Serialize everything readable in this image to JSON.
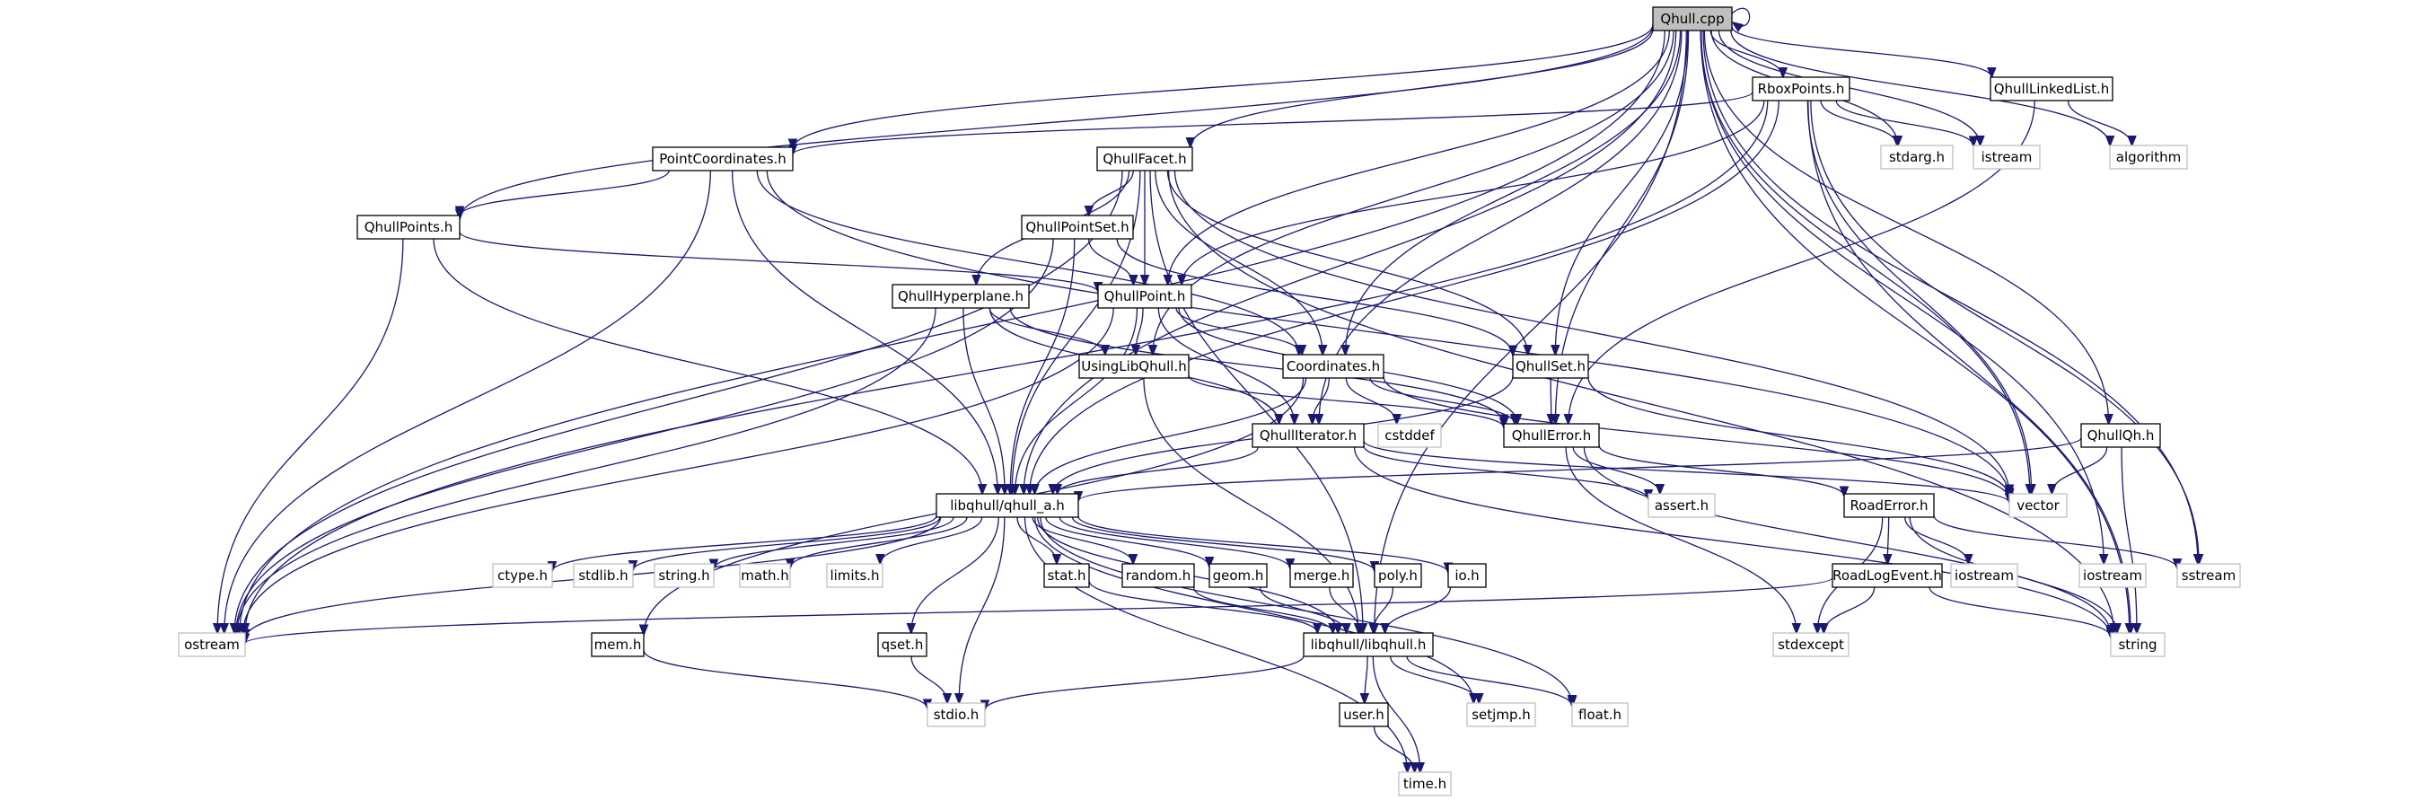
{
  "colors": {
    "edge": "#191970",
    "root_fill": "#bfbfbf",
    "node_border": "#000000",
    "ext_border": "#bfbfbf",
    "background": "#ffffff"
  },
  "nodes": [
    {
      "id": "qhull_cpp",
      "label": "Qhull.cpp",
      "kind": "root"
    },
    {
      "id": "rboxpoints_h",
      "label": "RboxPoints.h",
      "kind": "doc"
    },
    {
      "id": "qhulllinkedlist_h",
      "label": "QhullLinkedList.h",
      "kind": "doc"
    },
    {
      "id": "algorithm",
      "label": "algorithm",
      "kind": "ext"
    },
    {
      "id": "stdarg_h",
      "label": "stdarg.h",
      "kind": "ext"
    },
    {
      "id": "istream",
      "label": "istream",
      "kind": "ext"
    },
    {
      "id": "pointcoordinates_h",
      "label": "PointCoordinates.h",
      "kind": "doc"
    },
    {
      "id": "qhullfacet_h",
      "label": "QhullFacet.h",
      "kind": "doc"
    },
    {
      "id": "qhullpoints_h",
      "label": "QhullPoints.h",
      "kind": "doc"
    },
    {
      "id": "qhullpointset_h",
      "label": "QhullPointSet.h",
      "kind": "doc"
    },
    {
      "id": "qhullhyperplane_h",
      "label": "QhullHyperplane.h",
      "kind": "doc"
    },
    {
      "id": "qhullpoint_h",
      "label": "QhullPoint.h",
      "kind": "doc"
    },
    {
      "id": "usinglibqhull_h",
      "label": "UsingLibQhull.h",
      "kind": "doc"
    },
    {
      "id": "coordinates_h",
      "label": "Coordinates.h",
      "kind": "doc"
    },
    {
      "id": "qhullset_h",
      "label": "QhullSet.h",
      "kind": "doc"
    },
    {
      "id": "qhulliterator_h",
      "label": "QhullIterator.h",
      "kind": "doc"
    },
    {
      "id": "cstddef",
      "label": "cstddef",
      "kind": "ext"
    },
    {
      "id": "qhullerror_h",
      "label": "QhullError.h",
      "kind": "doc"
    },
    {
      "id": "qhullqh_h",
      "label": "QhullQh.h",
      "kind": "doc"
    },
    {
      "id": "vector",
      "label": "vector",
      "kind": "ext"
    },
    {
      "id": "assert_h",
      "label": "assert.h",
      "kind": "ext"
    },
    {
      "id": "libqhull_qhull_a_h",
      "label": "libqhull/qhull_a.h",
      "kind": "doc"
    },
    {
      "id": "roaderror_h",
      "label": "RoadError.h",
      "kind": "doc"
    },
    {
      "id": "iostream_road",
      "label": "iostream",
      "kind": "ext"
    },
    {
      "id": "sstream",
      "label": "sstream",
      "kind": "ext"
    },
    {
      "id": "iostream_right",
      "label": "iostream",
      "kind": "ext"
    },
    {
      "id": "ctype_h",
      "label": "ctype.h",
      "kind": "ext"
    },
    {
      "id": "stdlib_h",
      "label": "stdlib.h",
      "kind": "ext"
    },
    {
      "id": "string_h",
      "label": "string.h",
      "kind": "ext"
    },
    {
      "id": "math_h",
      "label": "math.h",
      "kind": "ext"
    },
    {
      "id": "limits_h",
      "label": "limits.h",
      "kind": "ext"
    },
    {
      "id": "stat_h",
      "label": "stat.h",
      "kind": "doc"
    },
    {
      "id": "random_h",
      "label": "random.h",
      "kind": "doc"
    },
    {
      "id": "geom_h",
      "label": "geom.h",
      "kind": "doc"
    },
    {
      "id": "merge_h",
      "label": "merge.h",
      "kind": "doc"
    },
    {
      "id": "poly_h",
      "label": "poly.h",
      "kind": "doc"
    },
    {
      "id": "io_h",
      "label": "io.h",
      "kind": "doc"
    },
    {
      "id": "roadlogevent_h",
      "label": "RoadLogEvent.h",
      "kind": "doc"
    },
    {
      "id": "ostream",
      "label": "ostream",
      "kind": "ext"
    },
    {
      "id": "mem_h",
      "label": "mem.h",
      "kind": "doc"
    },
    {
      "id": "qset_h",
      "label": "qset.h",
      "kind": "doc"
    },
    {
      "id": "libqhull_libqhull_h",
      "label": "libqhull/libqhull.h",
      "kind": "doc"
    },
    {
      "id": "stdexcept",
      "label": "stdexcept",
      "kind": "ext"
    },
    {
      "id": "string",
      "label": "string",
      "kind": "ext"
    },
    {
      "id": "stdio_h",
      "label": "stdio.h",
      "kind": "ext"
    },
    {
      "id": "user_h",
      "label": "user.h",
      "kind": "doc"
    },
    {
      "id": "setjmp_h",
      "label": "setjmp.h",
      "kind": "ext"
    },
    {
      "id": "float_h",
      "label": "float.h",
      "kind": "ext"
    },
    {
      "id": "time_h",
      "label": "time.h",
      "kind": "ext"
    }
  ],
  "edges": [
    [
      "qhull_cpp",
      "qhull_cpp"
    ],
    [
      "qhull_cpp",
      "rboxpoints_h"
    ],
    [
      "qhull_cpp",
      "qhulllinkedlist_h"
    ],
    [
      "qhull_cpp",
      "algorithm"
    ],
    [
      "qhull_cpp",
      "stdarg_h"
    ],
    [
      "qhull_cpp",
      "istream"
    ],
    [
      "qhull_cpp",
      "pointcoordinates_h"
    ],
    [
      "qhull_cpp",
      "qhullfacet_h"
    ],
    [
      "qhull_cpp",
      "qhullpoints_h"
    ],
    [
      "qhull_cpp",
      "qhullpoint_h"
    ],
    [
      "qhull_cpp",
      "usinglibqhull_h"
    ],
    [
      "qhull_cpp",
      "coordinates_h"
    ],
    [
      "qhull_cpp",
      "qhullset_h"
    ],
    [
      "qhull_cpp",
      "qhulliterator_h"
    ],
    [
      "qhull_cpp",
      "qhullerror_h"
    ],
    [
      "qhull_cpp",
      "qhullqh_h"
    ],
    [
      "qhull_cpp",
      "vector"
    ],
    [
      "qhull_cpp",
      "iostream_right"
    ],
    [
      "qhull_cpp",
      "sstream"
    ],
    [
      "qhull_cpp",
      "string"
    ],
    [
      "qhull_cpp",
      "ostream"
    ],
    [
      "qhull_cpp",
      "libqhull_qhull_a_h"
    ],
    [
      "qhull_cpp",
      "libqhull_libqhull_h"
    ],
    [
      "rboxpoints_h",
      "pointcoordinates_h"
    ],
    [
      "rboxpoints_h",
      "qhullpoint_h"
    ],
    [
      "rboxpoints_h",
      "stdarg_h"
    ],
    [
      "rboxpoints_h",
      "istream"
    ],
    [
      "rboxpoints_h",
      "vector"
    ],
    [
      "rboxpoints_h",
      "sstream"
    ],
    [
      "rboxpoints_h",
      "string"
    ],
    [
      "rboxpoints_h",
      "ostream"
    ],
    [
      "rboxpoints_h",
      "libqhull_qhull_a_h"
    ],
    [
      "qhulllinkedlist_h",
      "algorithm"
    ],
    [
      "qhulllinkedlist_h",
      "qhullerror_h"
    ],
    [
      "pointcoordinates_h",
      "qhullpoints_h"
    ],
    [
      "pointcoordinates_h",
      "coordinates_h"
    ],
    [
      "pointcoordinates_h",
      "libqhull_qhull_a_h"
    ],
    [
      "pointcoordinates_h",
      "ostream"
    ],
    [
      "pointcoordinates_h",
      "vector"
    ],
    [
      "qhullpoints_h",
      "qhullpoint_h"
    ],
    [
      "qhullpoints_h",
      "libqhull_qhull_a_h"
    ],
    [
      "qhullpoints_h",
      "ostream"
    ],
    [
      "qhullfacet_h",
      "qhullpointset_h"
    ],
    [
      "qhullfacet_h",
      "qhullhyperplane_h"
    ],
    [
      "qhullfacet_h",
      "qhullpoint_h"
    ],
    [
      "qhullfacet_h",
      "coordinates_h"
    ],
    [
      "qhullfacet_h",
      "qhullset_h"
    ],
    [
      "qhullfacet_h",
      "libqhull_qhull_a_h"
    ],
    [
      "qhullfacet_h",
      "vector"
    ],
    [
      "qhullfacet_h",
      "string"
    ],
    [
      "qhullfacet_h",
      "ostream"
    ],
    [
      "qhullfacet_h",
      "libqhull_libqhull_h"
    ],
    [
      "qhullpointset_h",
      "qhullpoint_h"
    ],
    [
      "qhullpointset_h",
      "qhullset_h"
    ],
    [
      "qhullpointset_h",
      "ostream"
    ],
    [
      "qhullpointset_h",
      "libqhull_qhull_a_h"
    ],
    [
      "qhullhyperplane_h",
      "usinglibqhull_h"
    ],
    [
      "qhullhyperplane_h",
      "qhulliterator_h"
    ],
    [
      "qhullhyperplane_h",
      "qhullerror_h"
    ],
    [
      "qhullhyperplane_h",
      "libqhull_qhull_a_h"
    ],
    [
      "qhullhyperplane_h",
      "ostream"
    ],
    [
      "qhullpoint_h",
      "usinglibqhull_h"
    ],
    [
      "qhullpoint_h",
      "coordinates_h"
    ],
    [
      "qhullpoint_h",
      "qhulliterator_h"
    ],
    [
      "qhullpoint_h",
      "qhullerror_h"
    ],
    [
      "qhullpoint_h",
      "libqhull_qhull_a_h"
    ],
    [
      "qhullpoint_h",
      "ostream"
    ],
    [
      "usinglibqhull_h",
      "qhullerror_h"
    ],
    [
      "usinglibqhull_h",
      "libqhull_libqhull_h"
    ],
    [
      "coordinates_h",
      "qhulliterator_h"
    ],
    [
      "coordinates_h",
      "cstddef"
    ],
    [
      "coordinates_h",
      "qhullerror_h"
    ],
    [
      "coordinates_h",
      "libqhull_qhull_a_h"
    ],
    [
      "coordinates_h",
      "vector"
    ],
    [
      "coordinates_h",
      "mem_h"
    ],
    [
      "qhullset_h",
      "qhullerror_h"
    ],
    [
      "qhullset_h",
      "libqhull_qhull_a_h"
    ],
    [
      "qhullset_h",
      "vector"
    ],
    [
      "qhulliterator_h",
      "libqhull_qhull_a_h"
    ],
    [
      "qhulliterator_h",
      "assert_h"
    ],
    [
      "qhulliterator_h",
      "vector"
    ],
    [
      "qhulliterator_h",
      "string"
    ],
    [
      "qhullerror_h",
      "roaderror_h"
    ],
    [
      "qhullerror_h",
      "assert_h"
    ],
    [
      "qhullerror_h",
      "stdexcept"
    ],
    [
      "qhullerror_h",
      "string"
    ],
    [
      "qhullqh_h",
      "libqhull_qhull_a_h"
    ],
    [
      "qhullqh_h",
      "vector"
    ],
    [
      "qhullqh_h",
      "string"
    ],
    [
      "roaderror_h",
      "roadlogevent_h"
    ],
    [
      "roaderror_h",
      "iostream_road"
    ],
    [
      "roaderror_h",
      "sstream"
    ],
    [
      "roaderror_h",
      "stdexcept"
    ],
    [
      "roaderror_h",
      "string"
    ],
    [
      "roadlogevent_h",
      "ostream"
    ],
    [
      "roadlogevent_h",
      "stdexcept"
    ],
    [
      "roadlogevent_h",
      "string"
    ],
    [
      "libqhull_qhull_a_h",
      "ctype_h"
    ],
    [
      "libqhull_qhull_a_h",
      "stdlib_h"
    ],
    [
      "libqhull_qhull_a_h",
      "string_h"
    ],
    [
      "libqhull_qhull_a_h",
      "math_h"
    ],
    [
      "libqhull_qhull_a_h",
      "limits_h"
    ],
    [
      "libqhull_qhull_a_h",
      "stat_h"
    ],
    [
      "libqhull_qhull_a_h",
      "random_h"
    ],
    [
      "libqhull_qhull_a_h",
      "geom_h"
    ],
    [
      "libqhull_qhull_a_h",
      "merge_h"
    ],
    [
      "libqhull_qhull_a_h",
      "poly_h"
    ],
    [
      "libqhull_qhull_a_h",
      "io_h"
    ],
    [
      "libqhull_qhull_a_h",
      "qset_h"
    ],
    [
      "libqhull_qhull_a_h",
      "ostream"
    ],
    [
      "libqhull_qhull_a_h",
      "libqhull_libqhull_h"
    ],
    [
      "libqhull_qhull_a_h",
      "stdio_h"
    ],
    [
      "libqhull_qhull_a_h",
      "setjmp_h"
    ],
    [
      "libqhull_qhull_a_h",
      "float_h"
    ],
    [
      "libqhull_qhull_a_h",
      "time_h"
    ],
    [
      "stat_h",
      "libqhull_libqhull_h"
    ],
    [
      "random_h",
      "libqhull_libqhull_h"
    ],
    [
      "geom_h",
      "libqhull_libqhull_h"
    ],
    [
      "merge_h",
      "libqhull_libqhull_h"
    ],
    [
      "poly_h",
      "libqhull_libqhull_h"
    ],
    [
      "io_h",
      "libqhull_libqhull_h"
    ],
    [
      "mem_h",
      "stdio_h"
    ],
    [
      "qset_h",
      "stdio_h"
    ],
    [
      "libqhull_libqhull_h",
      "user_h"
    ],
    [
      "libqhull_libqhull_h",
      "stdio_h"
    ],
    [
      "libqhull_libqhull_h",
      "setjmp_h"
    ],
    [
      "libqhull_libqhull_h",
      "float_h"
    ],
    [
      "libqhull_libqhull_h",
      "time_h"
    ],
    [
      "user_h",
      "time_h"
    ]
  ]
}
